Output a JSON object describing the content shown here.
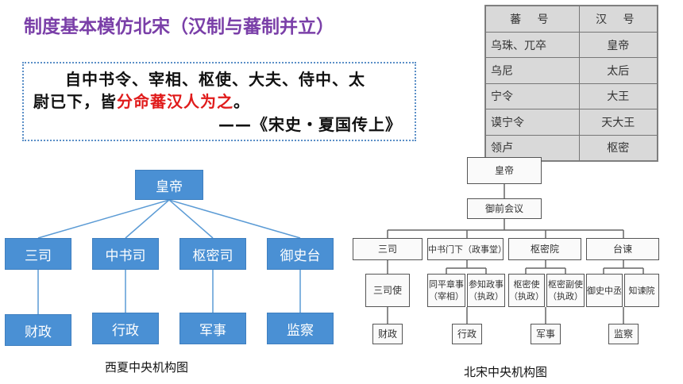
{
  "title": "制度基本模仿北宋（汉制与蕃制并立）",
  "quote": {
    "line1": "自中书令、宰相、枢使、大夫、侍中、太",
    "line2_prefix": "尉已下，皆",
    "line2_red": "分命蕃汉人为之",
    "line2_suffix": "。",
    "source": "——《宋史・夏国传上》"
  },
  "names_table": {
    "headers": [
      "蕃 号",
      "汉 号"
    ],
    "rows": [
      [
        "乌珠、兀卒",
        "皇帝"
      ],
      [
        "乌尼",
        "太后"
      ],
      [
        "宁令",
        "大王"
      ],
      [
        "谟宁令",
        "天大王"
      ],
      [
        "领卢",
        "枢密"
      ]
    ]
  },
  "xixia": {
    "top": "皇帝",
    "branches": [
      "三司",
      "中书司",
      "枢密司",
      "御史台"
    ],
    "leaves": [
      "财政",
      "行政",
      "军事",
      "监察"
    ],
    "caption": "西夏中央机构图",
    "colors": {
      "node": "#4a90d4",
      "line": "#5b9bd5"
    }
  },
  "song": {
    "top": "皇帝",
    "council": "御前会议",
    "branches": [
      "三司",
      "中书门下（政事堂）",
      "枢密院",
      "台谏"
    ],
    "sub": [
      "三司使",
      "同平章事（宰相）",
      "参知政事（执政）",
      "枢密使（执政）",
      "枢密副使（执政）",
      "御史中丞",
      "知谏院"
    ],
    "leaves": [
      "财政",
      "行政",
      "军事",
      "监察"
    ],
    "caption": "北宋中央机构图"
  },
  "accent_color": "#7a3fa8",
  "highlight_color": "#e01b1b"
}
